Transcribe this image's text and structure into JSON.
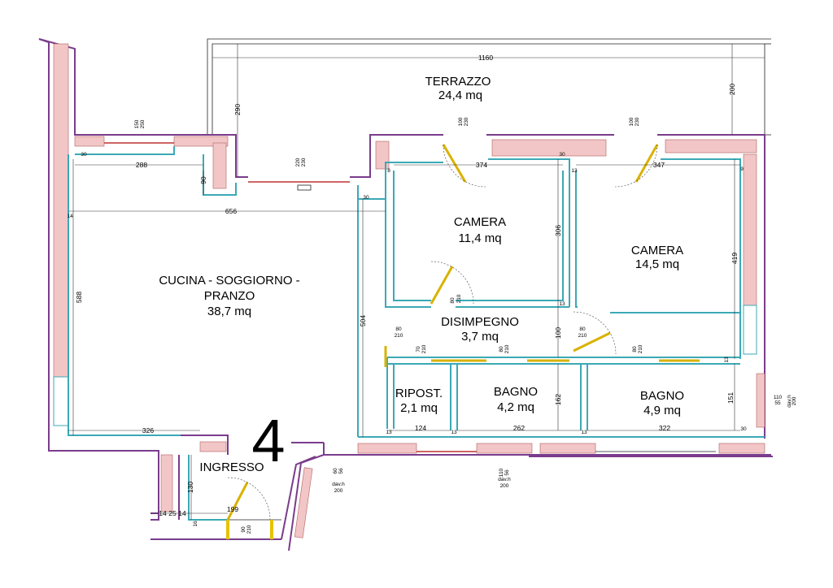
{
  "plan": {
    "unit_number": "4",
    "rooms": {
      "terrazzo": {
        "name": "TERRAZZO",
        "area": "24,4 mq"
      },
      "cucina": {
        "name_line1": "CUCINA - SOGGIORNO -",
        "name_line2": "PRANZO",
        "area": "38,7 mq"
      },
      "camera1": {
        "name": "CAMERA",
        "area": "11,4 mq"
      },
      "camera2": {
        "name": "CAMERA",
        "area": "14,5 mq"
      },
      "disimpegno": {
        "name": "DISIMPEGNO",
        "area": "3,7 mq"
      },
      "ripost": {
        "name": "RIPOST.",
        "area": "2,1 mq"
      },
      "bagno1": {
        "name": "BAGNO",
        "area": "4,2 mq"
      },
      "bagno2": {
        "name": "BAGNO",
        "area": "4,9 mq"
      },
      "ingresso": {
        "name": "INGRESSO"
      }
    },
    "dimensions": {
      "d1160": "1160",
      "d200": "200",
      "d290": "290",
      "d150": "150",
      "d250": "250",
      "d220": "220",
      "d230": "230",
      "d100a": "100",
      "d230a": "230",
      "d100b": "100",
      "d230b": "230",
      "d288": "288",
      "d90": "90",
      "d374": "374",
      "d347": "347",
      "d656": "656",
      "d306": "306",
      "d419": "419",
      "d588": "588",
      "d504": "504",
      "d80a": "80",
      "d210a": "210",
      "d80b": "80",
      "d210b": "210",
      "d80c": "80",
      "d210c": "210",
      "d100c": "100",
      "d70": "70",
      "d210d": "210",
      "d80d": "80",
      "d210e": "210",
      "d80e": "80",
      "d210f": "210",
      "d162": "162",
      "d151": "151",
      "d326": "326",
      "d124": "124",
      "d262": "262",
      "d322": "322",
      "d13a": "13",
      "d13b": "13",
      "d13c": "13",
      "d13d": "13",
      "d13e": "13",
      "d13f": "13",
      "d14a": "14",
      "d14b": "14",
      "d14c": "14",
      "d25": "25",
      "d130": "130",
      "d16": "16",
      "d199": "199",
      "d90b": "90",
      "d210g": "210",
      "d60": "60",
      "d56a": "56",
      "d200a": "200",
      "davh1": "dav.h",
      "d110a": "110",
      "d56b": "56",
      "d200b": "200",
      "davh2": "dav.h",
      "d110b": "110",
      "d55": "55",
      "davh3": "dav.h",
      "d200c": "200",
      "d30a": "30",
      "d30b": "30",
      "d30c": "30",
      "d30d": "30",
      "d8": "8",
      "d9": "9"
    }
  }
}
